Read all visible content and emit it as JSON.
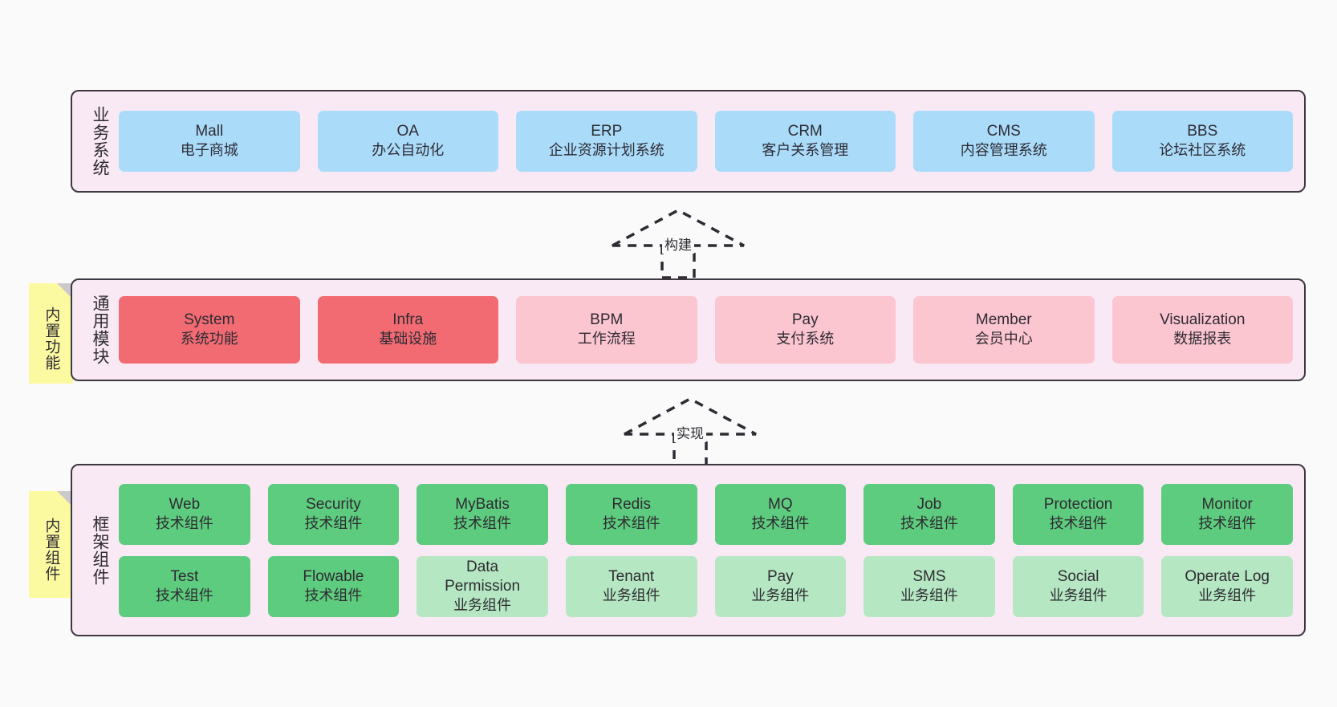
{
  "diagram": {
    "title": "",
    "colors": {
      "layer_bg": "#f9e9f4",
      "layer_border": "#3d3842",
      "business_node": "#aadcfa",
      "module_core": "#f26b73",
      "module_optional": "#fcc6d1",
      "framework_tech": "#5ecc7e",
      "framework_biz": "#b5e8c2",
      "sticky_note": "#fcfaa0",
      "sticky_fold": "#ccc9cd",
      "canvas_bg": "#fafafa"
    }
  },
  "layers": [
    {
      "id": "business",
      "title": "业务系统",
      "rows": [
        {
          "nodes": [
            {
              "en": "Mall",
              "cn": "电子商城",
              "color": "c-blue"
            },
            {
              "en": "OA",
              "cn": "办公自动化",
              "color": "c-blue"
            },
            {
              "en": "ERP",
              "cn": "企业资源计划系统",
              "color": "c-blue"
            },
            {
              "en": "CRM",
              "cn": "客户关系管理",
              "color": "c-blue"
            },
            {
              "en": "CMS",
              "cn": "内容管理系统",
              "color": "c-blue"
            },
            {
              "en": "BBS",
              "cn": "论坛社区系统",
              "color": "c-blue"
            }
          ]
        }
      ]
    },
    {
      "id": "modules",
      "title": "通用模块",
      "sticky": "内置功能",
      "rows": [
        {
          "nodes": [
            {
              "en": "System",
              "cn": "系统功能",
              "color": "c-red"
            },
            {
              "en": "Infra",
              "cn": "基础设施",
              "color": "c-red"
            },
            {
              "en": "BPM",
              "cn": "工作流程",
              "color": "c-pink"
            },
            {
              "en": "Pay",
              "cn": "支付系统",
              "color": "c-pink"
            },
            {
              "en": "Member",
              "cn": "会员中心",
              "color": "c-pink"
            },
            {
              "en": "Visualization",
              "cn": "数据报表",
              "color": "c-pink"
            }
          ]
        }
      ]
    },
    {
      "id": "framework",
      "title": "框架组件",
      "sticky": "内置组件",
      "rows": [
        {
          "nodes": [
            {
              "en": "Web",
              "cn": "技术组件",
              "color": "c-green"
            },
            {
              "en": "Security",
              "cn": "技术组件",
              "color": "c-green"
            },
            {
              "en": "MyBatis",
              "cn": "技术组件",
              "color": "c-green"
            },
            {
              "en": "Redis",
              "cn": "技术组件",
              "color": "c-green"
            },
            {
              "en": "MQ",
              "cn": "技术组件",
              "color": "c-green"
            },
            {
              "en": "Job",
              "cn": "技术组件",
              "color": "c-green"
            },
            {
              "en": "Protection",
              "cn": "技术组件",
              "color": "c-green"
            },
            {
              "en": "Monitor",
              "cn": "技术组件",
              "color": "c-green"
            }
          ]
        },
        {
          "nodes": [
            {
              "en": "Test",
              "cn": "技术组件",
              "color": "c-green"
            },
            {
              "en": "Flowable",
              "cn": "技术组件",
              "color": "c-green"
            },
            {
              "en": "Data\nPermission",
              "cn": "业务组件",
              "color": "c-lightgreen"
            },
            {
              "en": "Tenant",
              "cn": "业务组件",
              "color": "c-lightgreen"
            },
            {
              "en": "Pay",
              "cn": "业务组件",
              "color": "c-lightgreen"
            },
            {
              "en": "SMS",
              "cn": "业务组件",
              "color": "c-lightgreen"
            },
            {
              "en": "Social",
              "cn": "业务组件",
              "color": "c-lightgreen"
            },
            {
              "en": "Operate Log",
              "cn": "业务组件",
              "color": "c-lightgreen"
            }
          ]
        }
      ]
    }
  ],
  "connectors": [
    {
      "id": "build",
      "label": "构建",
      "from": "modules",
      "to": "business"
    },
    {
      "id": "implement",
      "label": "实现",
      "from": "framework",
      "to": "modules"
    }
  ]
}
